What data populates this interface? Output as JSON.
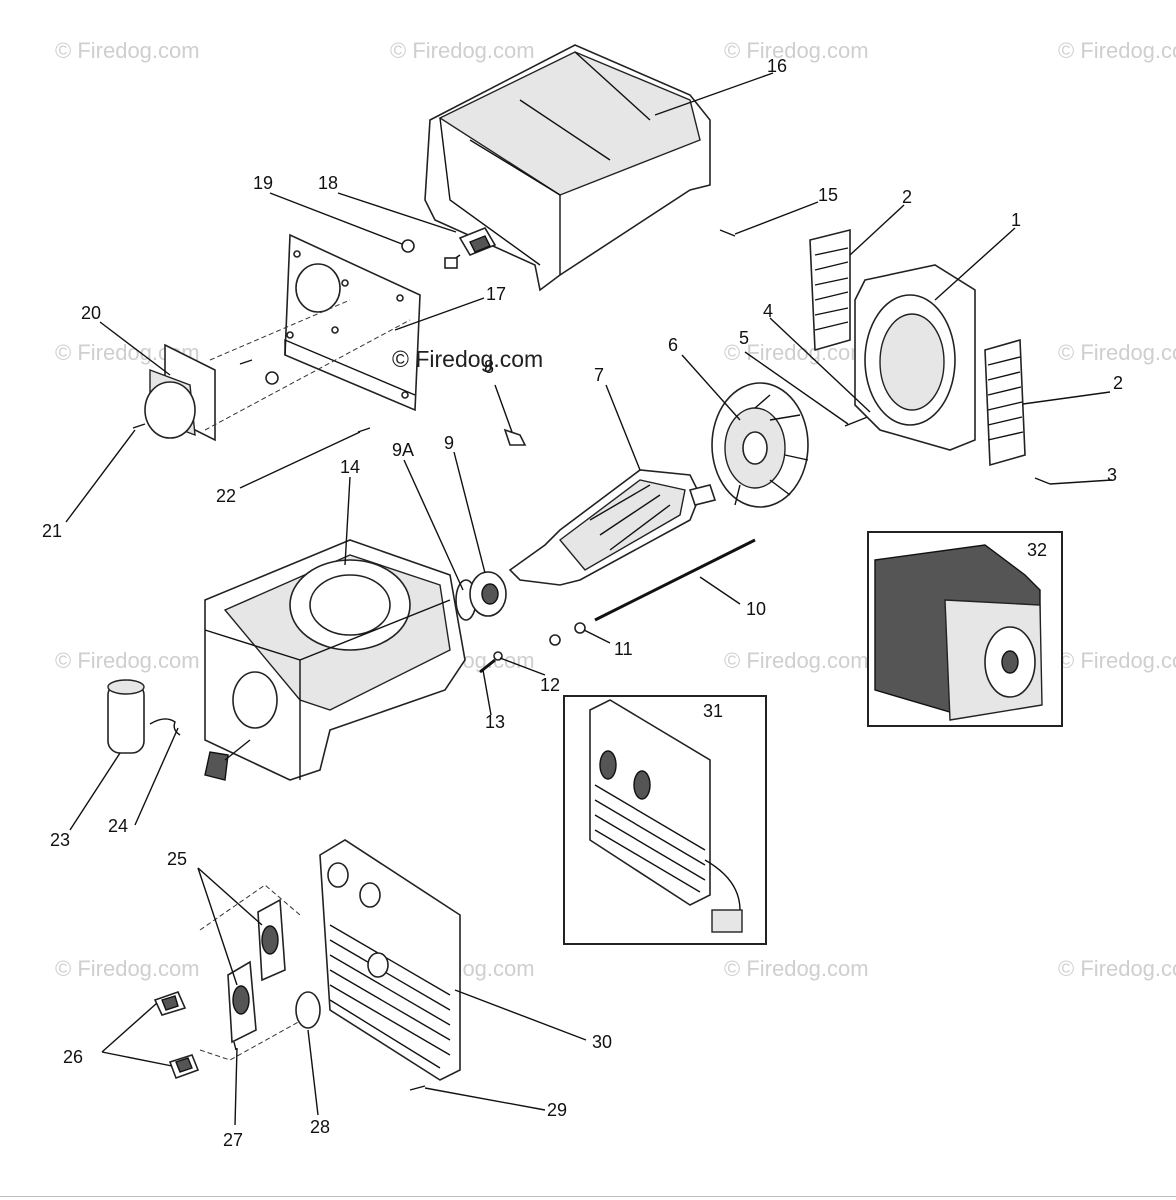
{
  "watermark": {
    "text": "© Firedog.com",
    "center_text": "© Firedog.com"
  },
  "callouts": [
    {
      "id": "c1",
      "label": "1"
    },
    {
      "id": "c2a",
      "label": "2"
    },
    {
      "id": "c2b",
      "label": "2"
    },
    {
      "id": "c3",
      "label": "3"
    },
    {
      "id": "c4",
      "label": "4"
    },
    {
      "id": "c5",
      "label": "5"
    },
    {
      "id": "c6",
      "label": "6"
    },
    {
      "id": "c7",
      "label": "7"
    },
    {
      "id": "c8",
      "label": "8"
    },
    {
      "id": "c9",
      "label": "9"
    },
    {
      "id": "c9a",
      "label": "9A"
    },
    {
      "id": "c10",
      "label": "10"
    },
    {
      "id": "c11",
      "label": "11"
    },
    {
      "id": "c12",
      "label": "12"
    },
    {
      "id": "c13",
      "label": "13"
    },
    {
      "id": "c14",
      "label": "14"
    },
    {
      "id": "c15",
      "label": "15"
    },
    {
      "id": "c16",
      "label": "16"
    },
    {
      "id": "c17",
      "label": "17"
    },
    {
      "id": "c18",
      "label": "18"
    },
    {
      "id": "c19",
      "label": "19"
    },
    {
      "id": "c20",
      "label": "20"
    },
    {
      "id": "c21",
      "label": "21"
    },
    {
      "id": "c22",
      "label": "22"
    },
    {
      "id": "c23",
      "label": "23"
    },
    {
      "id": "c24",
      "label": "24"
    },
    {
      "id": "c25",
      "label": "25"
    },
    {
      "id": "c26",
      "label": "26"
    },
    {
      "id": "c27",
      "label": "27"
    },
    {
      "id": "c28",
      "label": "28"
    },
    {
      "id": "c29",
      "label": "29"
    },
    {
      "id": "c30",
      "label": "30"
    },
    {
      "id": "c31",
      "label": "31"
    },
    {
      "id": "c32",
      "label": "32"
    }
  ]
}
